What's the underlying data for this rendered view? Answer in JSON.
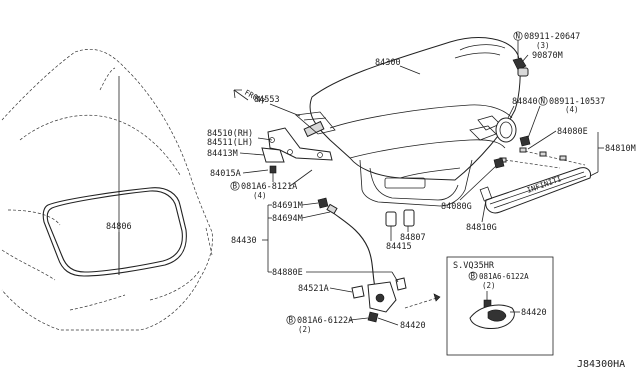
{
  "diagram": {
    "footer_code": "J84300HA",
    "front_arrow_label": "FRONT",
    "inset_title": "S.VQ35HR",
    "parts": {
      "p_08911_20647": "08911-20647",
      "p_08911_20647_qty": "(3)",
      "p_90870M": "90870M",
      "p_84300": "84300",
      "p_84840": "84840",
      "p_08911_10537": "08911-10537",
      "p_08911_10537_qty": "(4)",
      "p_84080E": "84080E",
      "p_84810M": "84810M",
      "p_84553": "84553",
      "p_84510": "84510(RH)",
      "p_84511": "84511(LH)",
      "p_84413M": "84413M",
      "p_84015A": "84015A",
      "p_081A6_8121A": "081A6-8121A",
      "p_081A6_8121A_qty": "(4)",
      "p_84691M": "84691M",
      "p_84694M": "84694M",
      "p_84430": "84430",
      "p_84806": "84806",
      "p_84080G": "84080G",
      "p_84810G": "84810G",
      "p_84807": "84807",
      "p_84415": "84415",
      "p_84880E": "84880E",
      "p_84521A": "84521A",
      "p_081A6_6122A": "081A6-6122A",
      "p_081A6_6122A_qty": "(2)",
      "p_84420": "84420",
      "inset_081A6_6122A": "081A6-6122A",
      "inset_081A6_6122A_qty": "(2)",
      "inset_84420": "84420"
    },
    "symbols": {
      "n_marker": "N",
      "b_marker": "B"
    }
  }
}
